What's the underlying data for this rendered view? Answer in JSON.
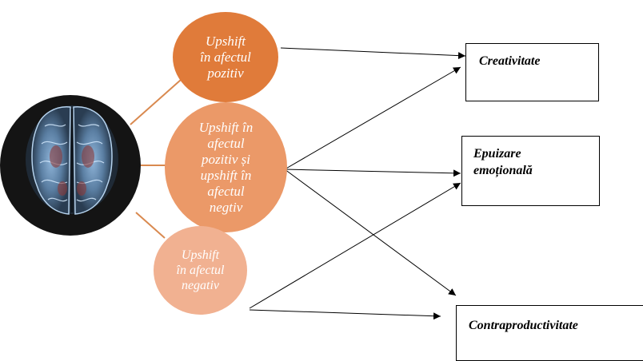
{
  "colors": {
    "circle_top": "#e07b3a",
    "circle_middle": "#eb9968",
    "circle_bottom": "#f1b191",
    "connector": "#d9894f",
    "brain_bg": "#141414"
  },
  "brain": {
    "icon": "brain-icon"
  },
  "sources": [
    {
      "lines": [
        "Upshift",
        "în afectul",
        "pozitiv"
      ]
    },
    {
      "lines": [
        "Upshift în",
        "afectul",
        "pozitiv și",
        "upshift în",
        "afectul",
        "negtiv"
      ]
    },
    {
      "lines": [
        "Upshift",
        "în afectul",
        "negativ"
      ]
    }
  ],
  "targets": [
    {
      "lines": [
        "Creativitate"
      ]
    },
    {
      "lines": [
        "Epuizare",
        "emoțională"
      ]
    },
    {
      "lines": [
        "Contraproductivitate"
      ]
    }
  ],
  "links": [
    {
      "from": 0,
      "to": 0
    },
    {
      "from": 1,
      "to": 0
    },
    {
      "from": 1,
      "to": 1
    },
    {
      "from": 1,
      "to": 2
    },
    {
      "from": 2,
      "to": 1
    },
    {
      "from": 2,
      "to": 2
    }
  ]
}
